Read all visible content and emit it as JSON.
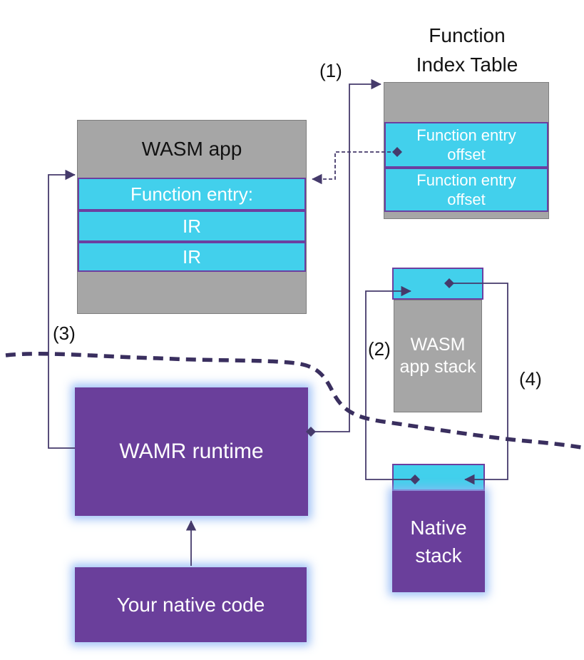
{
  "diagram": {
    "function_index_table": {
      "title": "Function Index Table",
      "rows": [
        {
          "label": "Function entry offset"
        },
        {
          "label": "Function entry offset"
        }
      ]
    },
    "wasm_app": {
      "title": "WASM app",
      "rows": [
        {
          "label": "Function entry:"
        },
        {
          "label": "IR"
        },
        {
          "label": "IR"
        }
      ]
    },
    "wasm_app_stack": {
      "label": "WASM app stack"
    },
    "native_stack": {
      "label": "Native stack"
    },
    "wamr_runtime": {
      "label": "WAMR runtime"
    },
    "your_native_code": {
      "label": "Your native code"
    },
    "annotations": {
      "step1": "(1)",
      "step2": "(2)",
      "step3": "(3)",
      "step4": "(4)"
    }
  },
  "colors": {
    "gray": "#a6a6a6",
    "cyan": "#42d0ec",
    "purple": "#6a3f9b",
    "line": "#453a6b",
    "divider": "#3a2f5f",
    "glow": "#91b9f5"
  }
}
